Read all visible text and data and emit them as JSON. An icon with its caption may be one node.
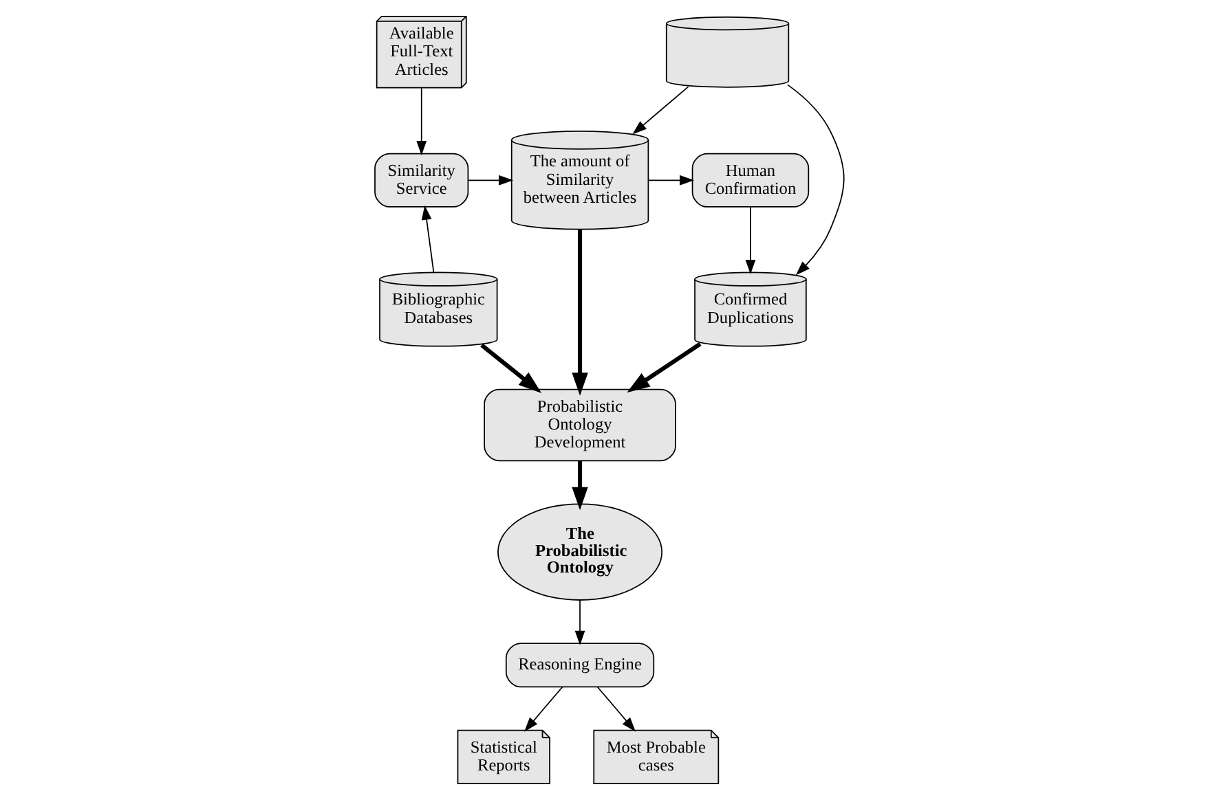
{
  "diagram": {
    "nodes": [
      {
        "text": [
          "Available Full-Text Articles"
        ]
      },
      {
        "text": [],
        "shape": "cylinder"
      },
      {
        "text": [
          "Similarity Service"
        ]
      },
      {
        "text": [
          "The amount of Similarity between Articles"
        ]
      },
      {
        "text": [
          "Human Confirmation"
        ]
      },
      {
        "text": [
          "Bibliographic Databases"
        ]
      },
      {
        "text": [
          "Confirmed Duplications"
        ]
      },
      {
        "text": [
          "Probabilistic Ontology Development"
        ]
      },
      {
        "text": [
          "The Probabilistic Ontology"
        ]
      },
      {
        "text": [
          "Reasoning Engine"
        ]
      },
      {
        "text": [
          "Statistical Reports"
        ]
      },
      {
        "text": [
          "Most Probable cases"
        ]
      }
    ],
    "edges": [
      {
        "from": 0,
        "to": 2,
        "arrow": "to"
      },
      {
        "from": 5,
        "to": 2,
        "arrow": "to"
      },
      {
        "from": 2,
        "to": 3,
        "arrow": "to"
      },
      {
        "from": 1,
        "to": 3,
        "arrow": "to"
      },
      {
        "from": 1,
        "to": 6,
        "arrow": "to"
      },
      {
        "from": 3,
        "to": 4,
        "arrow": "to"
      },
      {
        "from": 4,
        "to": 6,
        "arrow": "to"
      },
      {
        "from": 5,
        "to": 7,
        "arrow": "to",
        "style": "thick"
      },
      {
        "from": 3,
        "to": 7,
        "arrow": "to",
        "style": "thick"
      },
      {
        "from": 6,
        "to": 7,
        "arrow": "to",
        "style": "thick"
      },
      {
        "from": 7,
        "to": 8,
        "arrow": "to",
        "style": "thick"
      },
      {
        "from": 8,
        "to": 9,
        "arrow": "to"
      },
      {
        "from": 9,
        "to": 10,
        "arrow": "to"
      },
      {
        "from": 9,
        "to": 11,
        "arrow": "to"
      }
    ]
  }
}
